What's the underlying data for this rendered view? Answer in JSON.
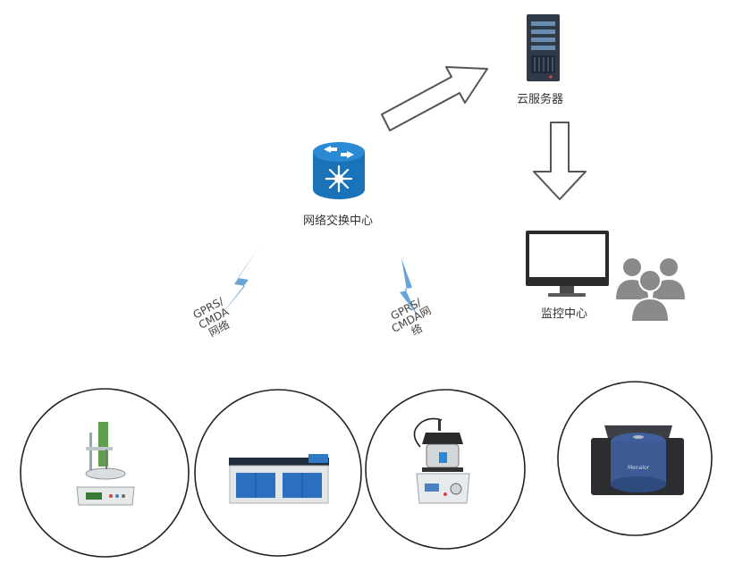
{
  "nodes": {
    "cloud_server": "云服务器",
    "network_switch": "网络交换中心",
    "monitor_center": "监控中心"
  },
  "links": {
    "left": [
      "GPRS/",
      "CMDA",
      "网络"
    ],
    "right": [
      "GPRS/",
      "CMDA网",
      "络"
    ]
  },
  "devices": [
    "penetrometer-icon",
    "ductility-tester-icon",
    "softening-point-tester-icon",
    "oven-icon"
  ],
  "device_brand": "Menalor",
  "colors": {
    "switch_blue": "#1a72b8",
    "lightning_blue": "#6aa4d6",
    "server_dark": "#2e3a48",
    "users_gray": "#8a8a8a"
  }
}
